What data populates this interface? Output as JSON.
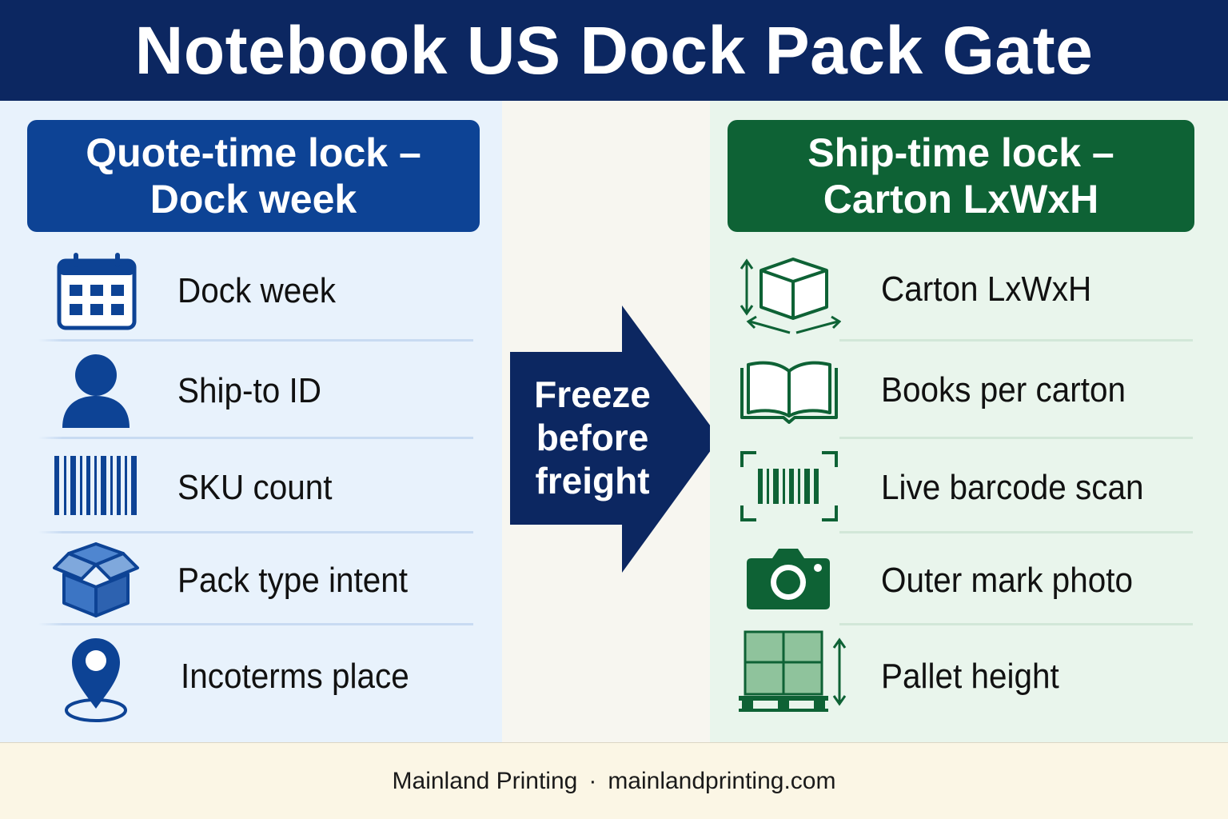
{
  "title": "Notebook US Dock Pack Gate",
  "left_panel": {
    "heading_line1": "Quote-time lock –",
    "heading_line2": "Dock week",
    "items": [
      {
        "label": "Dock week",
        "icon": "calendar-icon"
      },
      {
        "label": "Ship-to ID",
        "icon": "person-icon"
      },
      {
        "label": "SKU count",
        "icon": "barcode-icon"
      },
      {
        "label": "Pack type intent",
        "icon": "open-box-icon"
      },
      {
        "label": "Incoterms place",
        "icon": "location-pin-icon"
      }
    ]
  },
  "center": {
    "line1": "Freeze",
    "line2": "before",
    "line3": "freight"
  },
  "right_panel": {
    "heading_line1": "Ship-time lock –",
    "heading_line2": "Carton LxWxH",
    "items": [
      {
        "label": "Carton LxWxH",
        "icon": "carton-dimensions-icon"
      },
      {
        "label": "Books per carton",
        "icon": "open-book-icon"
      },
      {
        "label": "Live barcode scan",
        "icon": "barcode-scan-icon"
      },
      {
        "label": "Outer mark photo",
        "icon": "camera-icon"
      },
      {
        "label": "Pallet height",
        "icon": "pallet-icon"
      }
    ]
  },
  "footer": {
    "company": "Mainland Printing",
    "separator": "·",
    "website": "mainlandprinting.com"
  },
  "colors": {
    "header_bg": "#0c2761",
    "left_accent": "#0d4395",
    "right_accent": "#0e6235",
    "arrow": "#0c2761"
  }
}
